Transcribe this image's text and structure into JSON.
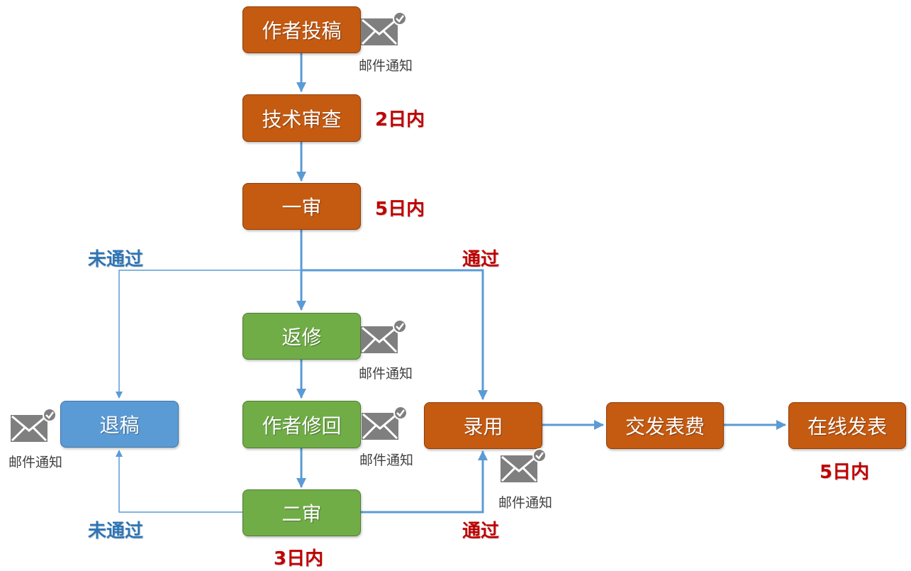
{
  "colors": {
    "step_main": "#c55a11",
    "step_revision": "#70ad47",
    "step_reject": "#5b9bd5",
    "arrow": "#5b9bd5",
    "pass_text": "#c00000",
    "fail_text": "#2e75b6",
    "time_text": "#c00000"
  },
  "nodes": {
    "submit": "作者投稿",
    "tech_review": "技术审查",
    "first_review": "一审",
    "revise": "返修",
    "author_revise": "作者修回",
    "second_review": "二审",
    "reject": "退稿",
    "accept": "录用",
    "pay_fee": "交发表费",
    "publish": "在线发表"
  },
  "time_limits": {
    "tech_review": "2日内",
    "first_review": "5日内",
    "second_review": "3日内",
    "publish": "5日内"
  },
  "edge_labels": {
    "first_fail": "未通过",
    "first_pass": "通过",
    "second_fail": "未通过",
    "second_pass": "通过"
  },
  "notifications": {
    "icon": "mail-check-icon",
    "submit": "邮件通知",
    "revise": "邮件通知",
    "author_revise": "邮件通知",
    "reject": "邮件通知",
    "accept": "邮件通知"
  }
}
